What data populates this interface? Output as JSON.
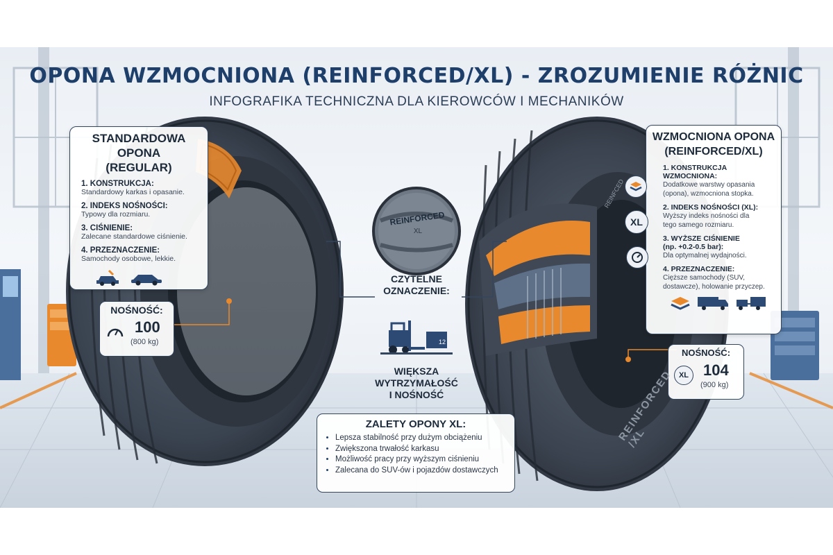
{
  "header": {
    "title": "OPONA WZMOCNIONA (REINFORCED/XL) - ZROZUMIENIE RÓŻNIC",
    "subtitle": "INFOGRAFIKA TECHNICZNA DLA KIEROWCÓW I MECHANIKÓW"
  },
  "left_panel": {
    "title_line1": "STANDARDOWA OPONA",
    "title_line2": "(REGULAR)",
    "items": [
      {
        "heading": "1. KONSTRUKCJA:",
        "text": "Standardowy karkas i opasanie."
      },
      {
        "heading": "2. INDEKS NOŚNOŚCI:",
        "text": "Typowy dla rozmiaru."
      },
      {
        "heading": "3. CIŚNIENIE:",
        "text": "Zalecane standardowe ciśnienie."
      },
      {
        "heading": "4. PRZEZNACZENIE:",
        "text": "Samochody osobowe, lekkie."
      }
    ],
    "icons": [
      "car-service-icon",
      "sedan-car-icon"
    ]
  },
  "left_capacity": {
    "label": "NOŚNOŚĆ:",
    "value": "100",
    "detail": "(800 kg)",
    "icon": "load-gauge-icon"
  },
  "right_panel": {
    "title_line1": "WZMOCNIONA OPONA",
    "title_line2": "(REINFORCED/XL)",
    "items": [
      {
        "heading": "1. KONSTRUKCJA WZMOCNIONA:",
        "lines": [
          "Dodatkowe warstwy opasania",
          "(opona), wzmocniona stopka."
        ],
        "icon": "layers-icon"
      },
      {
        "heading": "2. INDEKS NOŚNOŚCI (XL):",
        "lines": [
          "Wyższy indeks nośności dla",
          "tego samego rozmiaru."
        ],
        "icon": "xl-badge-icon",
        "badge": "XL"
      },
      {
        "heading_lines": [
          "3. WYŻSZE CIŚNIENIE",
          "(np. +0.2-0.5 bar):"
        ],
        "lines": [
          "Dla optymalnej wydajności."
        ],
        "icon": "pressure-gauge-icon"
      },
      {
        "heading": "4. PRZEZNACZENIE:",
        "lines": [
          "Cięższe samochody (SUV,",
          "dostawcze), holowanie przyczep."
        ]
      }
    ],
    "icons": [
      "stack-icon",
      "truck-icon",
      "trailer-icon"
    ]
  },
  "right_capacity": {
    "label": "NOŚNOŚĆ:",
    "value": "104",
    "detail": "(900 kg)",
    "badge": "XL"
  },
  "center": {
    "sidewall_text": "REINFORCED",
    "sidewall_sub": "XL",
    "marking_line1": "CZYTELNE",
    "marking_line2": "OZNACZENIE:",
    "forklift_box": "12",
    "strength_line1": "WIĘKSZA",
    "strength_line2": "WYTRZYMAŁOŚĆ",
    "strength_line3": "I NOŚNOŚĆ"
  },
  "advantages": {
    "title": "ZALETY OPONY XL:",
    "items": [
      "Lepsza stabilność przy dużym obciążeniu",
      "Zwiększona trwałość karkasu",
      "Możliwość pracy przy wyższym ciśnieniu",
      "Zalecana do SUV-ów i pojazdów dostawczych"
    ]
  },
  "tire_right_sidewall": "REINFORCED /XL",
  "tire_right_side_small": "REINFCED",
  "colors": {
    "title": "#1f3f6b",
    "accent": "#e8892e",
    "tire": "#3b4350",
    "panel_border": "#33465e"
  }
}
